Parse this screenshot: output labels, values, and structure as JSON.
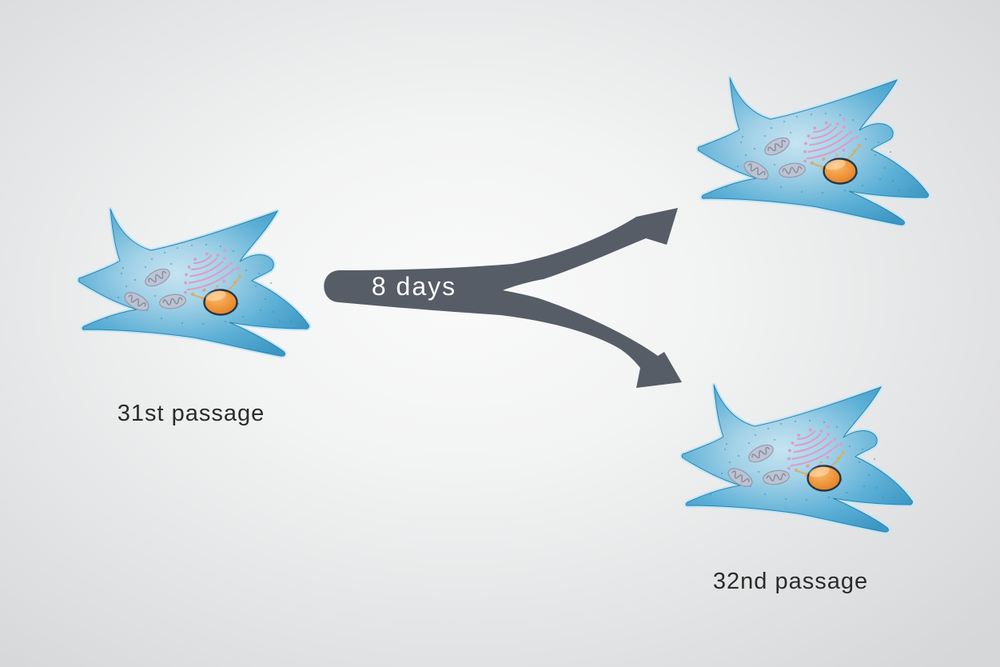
{
  "figure": {
    "type": "cell-passage-diagram",
    "duration_label": "8 days",
    "source_label": "31st passage",
    "result_label": "32nd passage",
    "colors": {
      "background_center": "#fafafa",
      "background_edge": "#d6d7d9",
      "arrow_body": "#565d67",
      "arrow_text": "#ffffff",
      "label_text": "#2b2b2b",
      "cell_membrane": "#3b96c3",
      "cell_cytoplasm_center": "#c6e4f1",
      "cell_rim": "#c2e7f4",
      "nucleus": "#ef9138",
      "nucleus_outline": "#223748",
      "mitochondria": "#c0c3d0",
      "golgi": "#d7a0cb",
      "vesicle_strand": "#d4af6e",
      "speckles": "#2f8ab8"
    }
  }
}
